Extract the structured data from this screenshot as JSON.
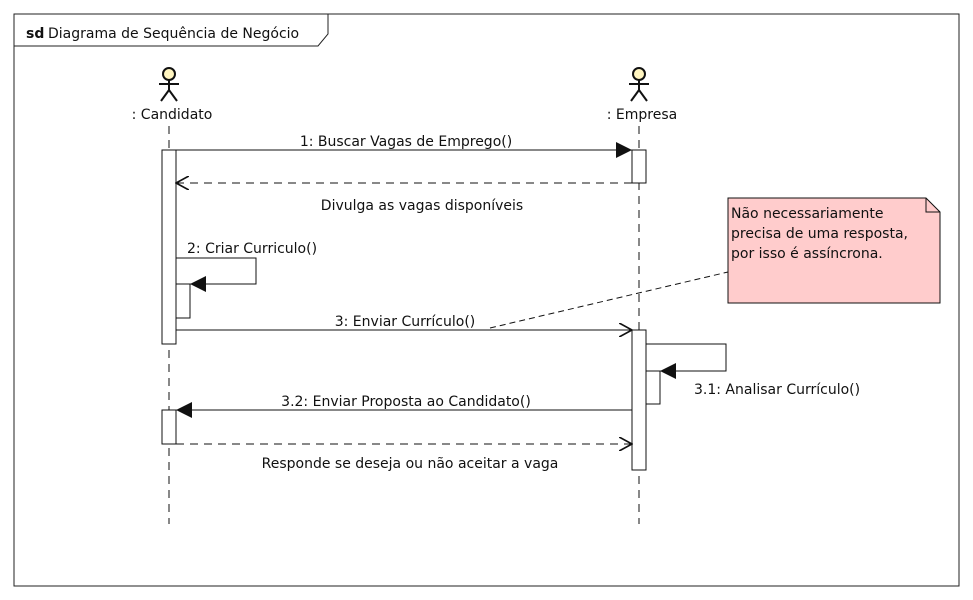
{
  "frame": {
    "keyword": "sd",
    "title": "Diagrama de Sequência de Negócio"
  },
  "lifelines": [
    {
      "name": ": Candidato"
    },
    {
      "name": ": Empresa"
    }
  ],
  "messages": {
    "m1": "1: Buscar Vagas de Emprego()",
    "r1": "Divulga as vagas disponíveis",
    "m2": "2: Criar Curriculo()",
    "m3": "3: Enviar Currículo()",
    "m31": "3.1: Analisar Currículo()",
    "m32": "3.2: Enviar Proposta ao Candidato()",
    "r32": "Responde se deseja ou não aceitar a vaga"
  },
  "note": {
    "lines": [
      "Não necessariamente",
      "precisa de uma resposta,",
      "por isso é assíncrona."
    ],
    "fill": "#ffcccc"
  }
}
